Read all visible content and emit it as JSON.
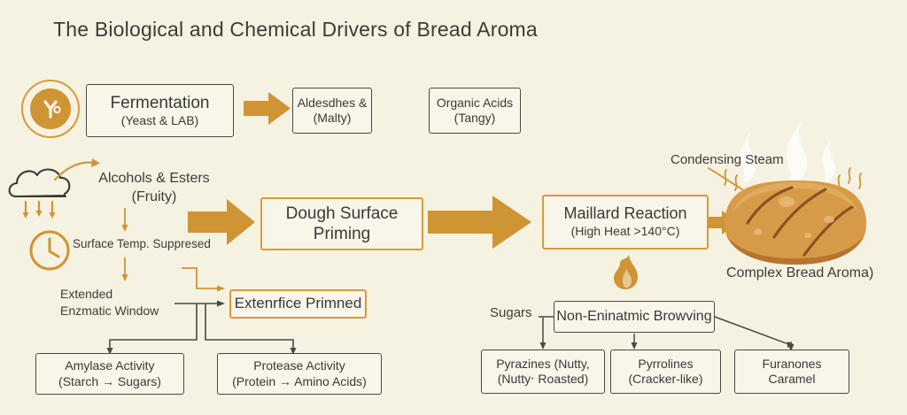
{
  "page": {
    "title": "The Biological and Chemical Drivers of Bread Aroma",
    "background_color": "#f6f2e2",
    "accent_color": "#cf9433",
    "ink_color": "#3b3a36"
  },
  "icons": {
    "yeast": "yeast-cell-icon",
    "cloud": "cloud-icon",
    "rain": "rain-arrows-icon",
    "clock": "clock-icon",
    "flame": "flame-icon",
    "bread": "bread-loaf-icon",
    "steam": "steam-icon"
  },
  "fermentation": {
    "box": {
      "line1": "Fermentation",
      "line2": "(Yeast & LAB)"
    },
    "outputs": [
      {
        "line1": "Aldesdhes &",
        "line2": "(Malty)"
      },
      {
        "line1": "Organic Acids",
        "line2": "(Tangy)"
      }
    ]
  },
  "left_column": {
    "alcohols": {
      "line1": "Alcohols & Esters",
      "line2": "(Fruity)"
    },
    "surface_temp": "Surface Temp. Suppresed",
    "enzymatic_window": {
      "line1": "Extended",
      "line2": "Enzmatic Window"
    },
    "primed_box": "Extenrfice Primned",
    "enzymes": [
      {
        "line1": "Amylase Activity",
        "line2": "(Starch → Sugars)"
      },
      {
        "line1": "Protease Activity",
        "line2": "(Protein → Amino Acids)"
      }
    ]
  },
  "main_flow": {
    "dough": {
      "line1": "Dough Surface",
      "line2": "Priming"
    },
    "maillard": {
      "line1": "Maillard Reaction",
      "line2": "(High Heat >140°C)"
    },
    "steam_label": "Condensing Steam",
    "aroma_label": "Complex Bread Aroma)"
  },
  "browning": {
    "sugars_label": "Sugars",
    "hub": "Non-Eninatmic Browving",
    "products": [
      {
        "line1": "Pyrazines (Nutty,",
        "line2": "(Nutty‧ Roasted)"
      },
      {
        "line1": "Pyrrolines",
        "line2": "(Cracker-like)"
      },
      {
        "line1": "Furanones",
        "line2": "Caramel"
      }
    ]
  }
}
